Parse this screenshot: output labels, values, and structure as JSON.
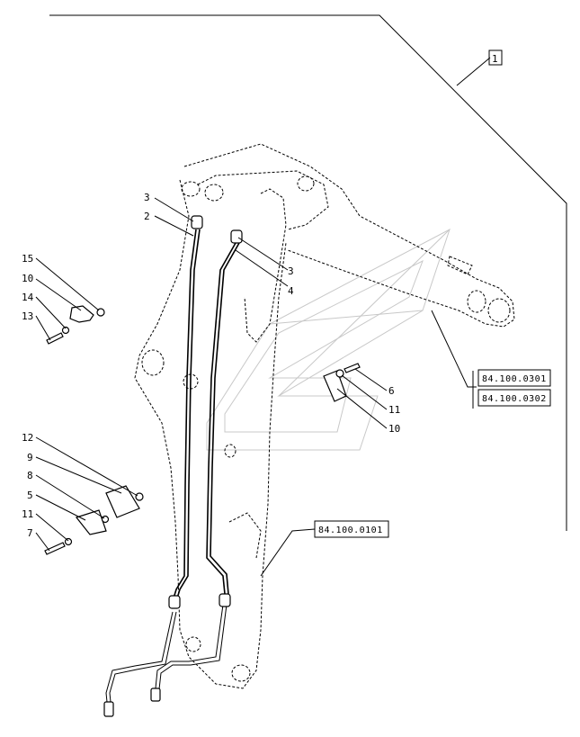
{
  "assembly_box": "1",
  "references": {
    "ref_a": "84.100.0301",
    "ref_b": "84.100.0302",
    "ref_c": "84.100.0101"
  },
  "callouts": {
    "c3_top": "3",
    "c2": "2",
    "c3_right": "3",
    "c4": "4",
    "c15": "15",
    "c10_left": "10",
    "c14": "14",
    "c13": "13",
    "c6": "6",
    "c11_right": "11",
    "c10_right": "10",
    "c12": "12",
    "c9": "9",
    "c8": "8",
    "c5": "5",
    "c11_left": "11",
    "c7": "7"
  }
}
